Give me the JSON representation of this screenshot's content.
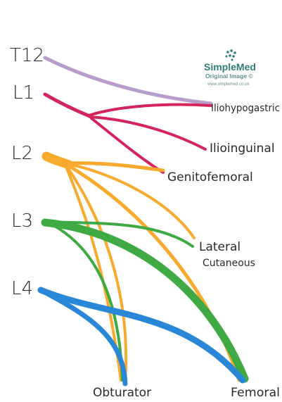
{
  "colors": {
    "iliohypogastric": "#b89ccb",
    "ilioinguinal": "#d4245c",
    "genitofemoral": "#d4245c",
    "l2_orange": "#f7aa2e",
    "l3_green": "#3faa44",
    "l4_blue": "#2a86d6",
    "logo": "#2f7a7a"
  },
  "roots": {
    "t12": "T12",
    "l1": "L1",
    "l2": "L2",
    "l3": "L3",
    "l4": "L4"
  },
  "branches": {
    "iliohypogastric": "Iliohypogastric",
    "ilioinguinal": "Ilioinguinal",
    "genitofemoral": "Genitofemoral",
    "lateral_line1": "Lateral",
    "lateral_line2": "Cutaneous",
    "obturator": "Obturator",
    "femoral": "Femoral"
  },
  "logo": {
    "icon": "simplemed-dots-icon",
    "title": "SimpleMed",
    "subtitle": "Original Image ©",
    "url": "www.simplemed.co.uk"
  }
}
